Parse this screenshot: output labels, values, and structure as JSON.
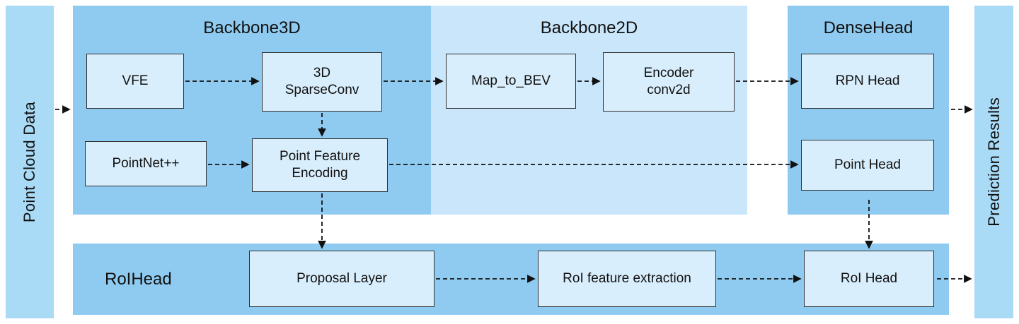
{
  "colors": {
    "side_bar": "#a9daf6",
    "backbone3d_region": "#8fcbf1",
    "backbone2d_region": "#c9e6fa",
    "densehead_region": "#8fcbf1",
    "roihead_region": "#8fcbf1",
    "node_fill": "#d9eefc",
    "node_border": "#2f2f2f",
    "arrow": "#111111"
  },
  "left_bar": {
    "label": "Point Cloud Data"
  },
  "right_bar": {
    "label": "Prediction Results"
  },
  "regions": {
    "backbone3d": {
      "title": "Backbone3D"
    },
    "backbone2d": {
      "title": "Backbone2D"
    },
    "densehead": {
      "title": "DenseHead"
    },
    "roihead": {
      "title": "RoIHead"
    }
  },
  "nodes": {
    "vfe": {
      "label": "VFE"
    },
    "sparseconv3d": {
      "label": "3D\nSparseConv"
    },
    "pointnetpp": {
      "label": "PointNet++"
    },
    "point_feature_encoding": {
      "label": "Point Feature\nEncoding"
    },
    "map_to_bev": {
      "label": "Map_to_BEV"
    },
    "encoder_conv2d": {
      "label": "Encoder\nconv2d"
    },
    "rpn_head": {
      "label": "RPN Head"
    },
    "point_head": {
      "label": "Point Head"
    },
    "proposal_layer": {
      "label": "Proposal Layer"
    },
    "roi_feature_extraction": {
      "label": "RoI feature extraction"
    },
    "roi_head": {
      "label": "RoI Head"
    }
  }
}
